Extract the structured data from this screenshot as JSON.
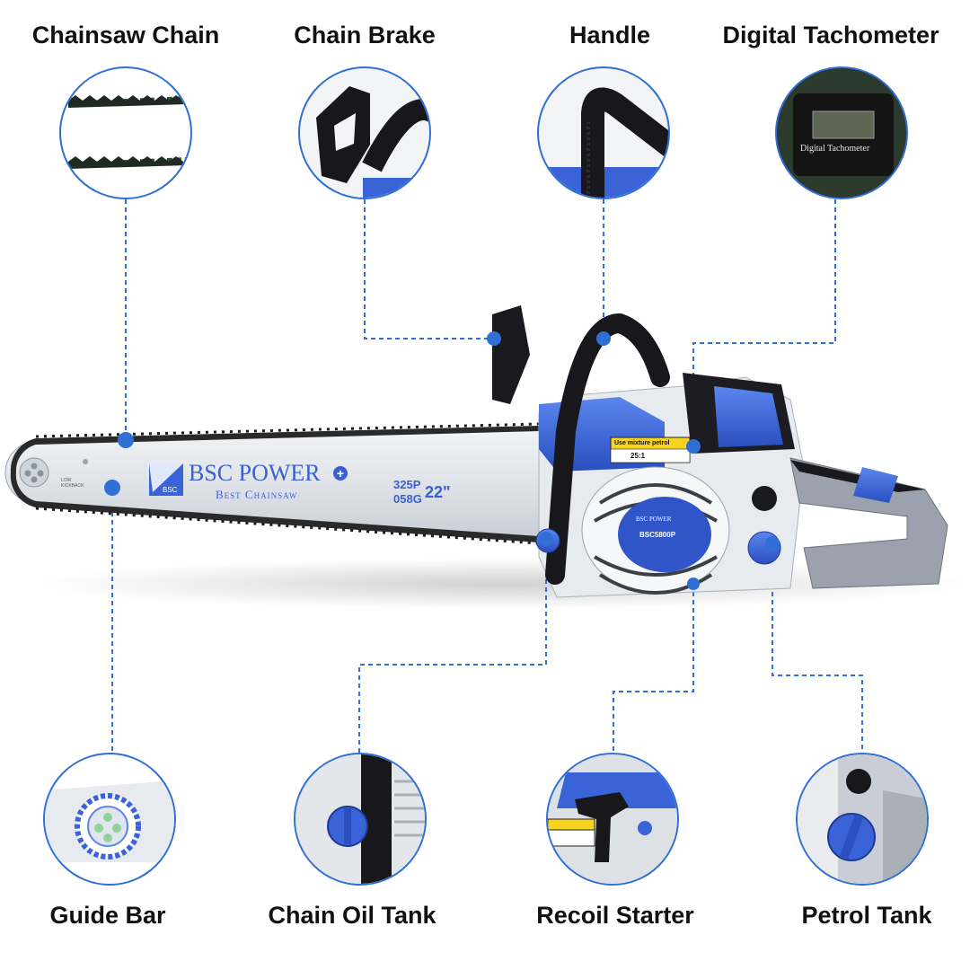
{
  "callouts": {
    "top": [
      "Chainsaw Chain",
      "Chain Brake",
      "Handle",
      "Digital Tachometer"
    ],
    "bottom": [
      "Guide Bar",
      "Chain Oil Tank",
      "Recoil Starter",
      "Petrol Tank"
    ]
  },
  "product": {
    "brand": "BSC POWER",
    "tagline": "Best Chainsaw",
    "bar_code_1": "325P",
    "bar_code_2": "058G",
    "bar_length": "22\"",
    "model": "BSC5800P",
    "tachometer_label": "Digital Tachometer",
    "fuel_warning": "Use mixture petrol",
    "mix_ratio": "25:1",
    "kickback_note": "LOW KICKBACK",
    "logo_mark": "BSC"
  },
  "colors": {
    "accent": "#2f6fd6",
    "body_blue": "#3a63d8",
    "dark": "#1a1a1a"
  }
}
